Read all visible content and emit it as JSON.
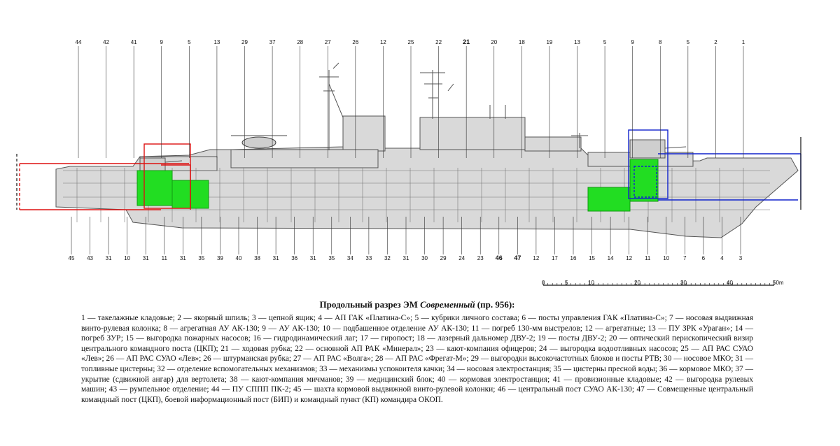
{
  "caption": {
    "title_prefix": "Продольный разрез ЭМ",
    "title_ship": "Современный",
    "title_suffix": "(пр. 956):",
    "legend_text": "1 — такелажные кладовые; 2 — якорный шпиль; 3 — цепной ящик; 4 — АП ГАК «Платина-С»; 5 — кубрики личного состава; 6 — посты управления ГАК «Платина-С»; 7 — носовая выдвижная винто-рулевая колонка; 8 — агрегатная АУ АК-130; 9 — АУ АК-130; 10 — подбашенное отделение АУ АК-130; 11 — погреб 130-мм выстрелов; 12 — агрегатные; 13 — ПУ ЗРК «Ураган»; 14 — погреб ЗУР; 15 — выгородка пожарных насосов; 16 — гидродинамический лаг; 17 — гиропост; 18 — лазерный дальномер ДВУ-2; 19 — посты ДВУ-2; 20 — оптический перископический визир центрального командного поста (ЦКП); 21 — ходовая рубка; 22 — основной АП РАК «Минерал»; 23 — кают-компания офицеров; 24 — выгородка водоотливных насосов; 25 — АП РАС СУАО «Лев»; 26 — АП РАС СУАО «Лев»; 26 — штурманская рубка; 27 — АП РАС «Волга»; 28 — АП РАС «Фрегат-М»; 29 — выгородки высокочастотных блоков и посты РТВ; 30 — носовое МКО; 31 — топливные цистерны; 32 — отделение вспомогательных механизмов; 33 — механизмы успокоителя качки; 34 — носовая электростанция; 35 — цистерны пресной воды; 36 — кормовое МКО; 37 — укрытие (сдвижной ангар) для вертолета; 38 — кают-компания мичманов; 39 — медицинский блок; 40 — кормовая электростанция; 41 — провизионные кладовые; 42 — выгородка рулевых машин; 43 — румпельное отделение; 44 — ПУ СППП ПК-2; 45 — шахта кормовой выдвижной винто-рулевой колонки; 46 — центральный пост СУАО АК-130; 47 — Совмещенные центральный командный пост (ЦКП), боевой информационный пост (БИП) и командный пункт (КП) командира ОКОП."
  },
  "scale": {
    "ticks": [
      "0",
      "5",
      "10",
      "20",
      "30",
      "40",
      "50m"
    ],
    "units": [
      0,
      5,
      10,
      20,
      30,
      40,
      50
    ]
  },
  "colors": {
    "hull": "#d9d9d9",
    "outline": "#555555",
    "highlight_green": "#22dd22",
    "highlight_red": "#dd1111",
    "highlight_blue": "#1122cc"
  },
  "top_callouts": [
    "44",
    "42",
    "41",
    "9",
    "5",
    "13",
    "29",
    "37",
    "28",
    "27",
    "26",
    "12",
    "25",
    "22",
    "21",
    "20",
    "18",
    "19",
    "13",
    "5",
    "9",
    "8",
    "5",
    "2",
    "1"
  ],
  "bottom_callouts": [
    "45",
    "43",
    "31",
    "10",
    "31",
    "11",
    "31",
    "35",
    "39",
    "40",
    "38",
    "31",
    "36",
    "31",
    "35",
    "34",
    "33",
    "32",
    "31",
    "30",
    "29",
    "24",
    "23",
    "46",
    "47",
    "12",
    "17",
    "16",
    "15",
    "14",
    "12",
    "11",
    "10",
    "7",
    "6",
    "4",
    "3"
  ],
  "bold_callouts": [
    "21",
    "46",
    "47"
  ]
}
